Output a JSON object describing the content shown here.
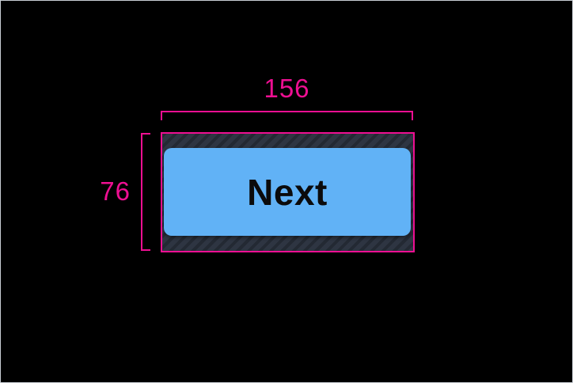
{
  "frame": {
    "background_color": "#000000",
    "border_color": "#c9ced4"
  },
  "annotations": {
    "accent_color": "#ee0f92",
    "width_dimension": {
      "label": "156"
    },
    "height_dimension": {
      "label": "76"
    }
  },
  "touch_target": {
    "hatch_stripe_color": "#232933",
    "hatch_base_color": "#2e3542"
  },
  "button": {
    "label": "Next",
    "background_color": "#61b2f6",
    "text_color": "#0b0b0c"
  }
}
